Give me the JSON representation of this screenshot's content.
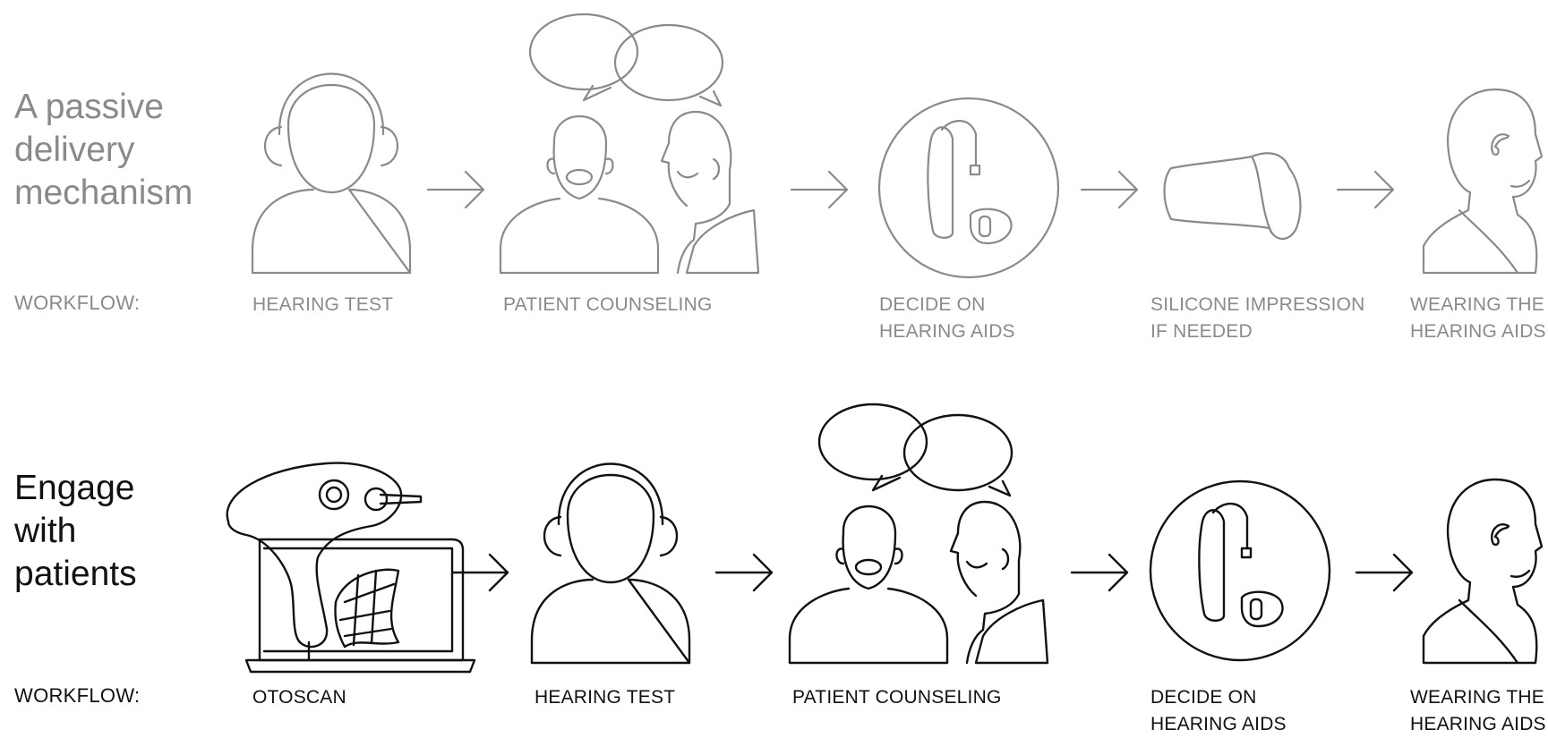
{
  "colors": {
    "passive": "#8a8a8a",
    "engage": "#111111",
    "background": "#ffffff"
  },
  "passive": {
    "heading": "A passive\ndelivery\nmechanism",
    "workflow_label": "WORKFLOW:",
    "steps": [
      {
        "icon": "headphones-person-icon",
        "lines": [
          "HEARING TEST"
        ]
      },
      {
        "icon": "counseling-icon",
        "lines": [
          "PATIENT COUNSELING"
        ]
      },
      {
        "icon": "hearing-aid-icon",
        "lines": [
          "DECIDE ON",
          "HEARING AIDS"
        ]
      },
      {
        "icon": "silicone-impression-icon",
        "lines": [
          "SILICONE IMPRESSION",
          "IF NEEDED"
        ]
      },
      {
        "icon": "wearing-hearing-aid-icon",
        "lines": [
          "WEARING THE",
          "HEARING AIDS"
        ]
      }
    ]
  },
  "engage": {
    "heading": "Engage\nwith\npatients",
    "workflow_label": "WORKFLOW:",
    "steps": [
      {
        "icon": "otoscan-icon",
        "lines": [
          "OTOSCAN"
        ]
      },
      {
        "icon": "headphones-person-icon",
        "lines": [
          "HEARING TEST"
        ]
      },
      {
        "icon": "counseling-icon",
        "lines": [
          "PATIENT COUNSELING"
        ]
      },
      {
        "icon": "hearing-aid-icon",
        "lines": [
          "DECIDE ON",
          "HEARING AIDS"
        ]
      },
      {
        "icon": "wearing-hearing-aid-icon",
        "lines": [
          "WEARING THE",
          "HEARING AIDS"
        ]
      }
    ]
  }
}
